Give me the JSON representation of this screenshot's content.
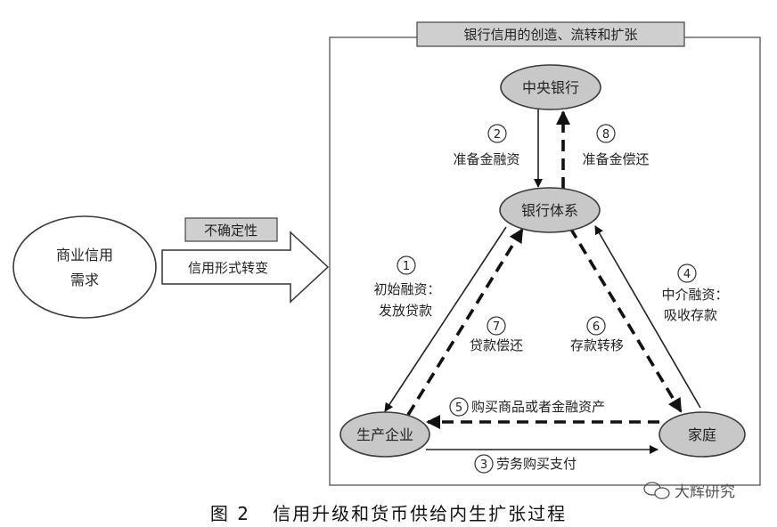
{
  "title": "银行信用的创造、流转和扩张",
  "nodes": {
    "central_bank": "中央银行",
    "bank_system": "银行体系",
    "enterprise": "生产企业",
    "household": "家庭",
    "demand_line1": "商业信用",
    "demand_line2": "需求"
  },
  "uncertainty_label": "不确定性",
  "transform_label": "信用形式转变",
  "flows": {
    "f1": {
      "num": "1",
      "line1": "初始融资：",
      "line2": "发放贷款"
    },
    "f2": {
      "num": "2",
      "text": "准备金融资"
    },
    "f3": {
      "num": "3",
      "text": "劳务购买支付"
    },
    "f4": {
      "num": "4",
      "line1": "中介融资：",
      "line2": "吸收存款"
    },
    "f5": {
      "num": "5",
      "text": "购买商品或者金融资产"
    },
    "f6": {
      "num": "6",
      "text": "存款转移"
    },
    "f7": {
      "num": "7",
      "text": "贷款偿还"
    },
    "f8": {
      "num": "8",
      "text": "准备金偿还"
    }
  },
  "caption": "图 2   信用升级和货币供给内生扩张过程",
  "watermark": "大辉研究",
  "colors": {
    "node_fill": "#c8c8c8",
    "line": "#222222"
  }
}
